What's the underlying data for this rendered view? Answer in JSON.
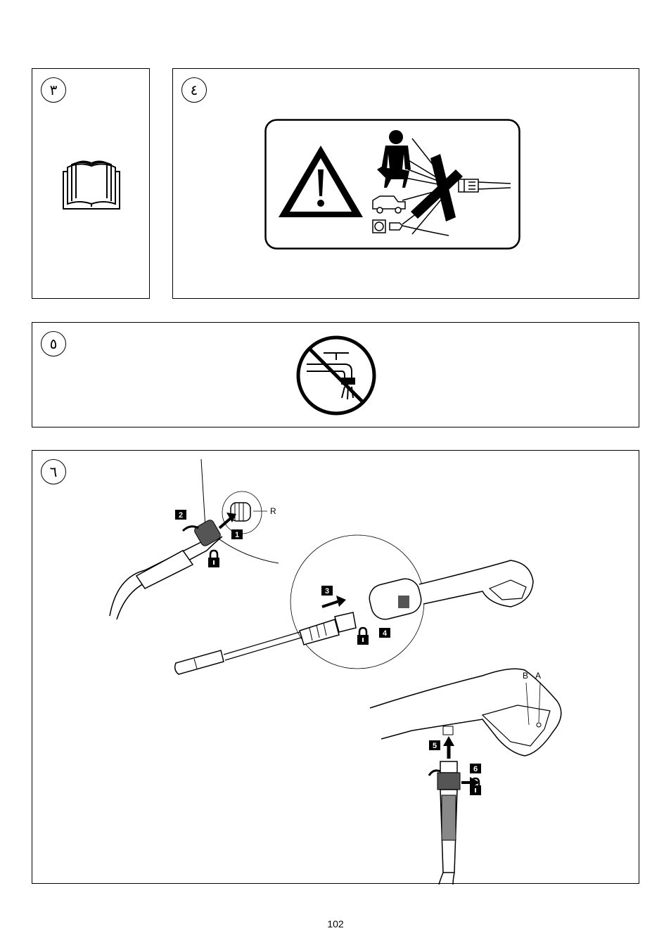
{
  "panels": {
    "p3": {
      "number": "٣",
      "icon": "manual-book-icon"
    },
    "p4": {
      "number": "٤",
      "icon": "warning-label-icon"
    },
    "p5": {
      "number": "٥",
      "icon": "no-drinking-water-tap-icon"
    },
    "p6": {
      "number": "٦",
      "steps": [
        "1",
        "2",
        "3",
        "4",
        "5",
        "6"
      ],
      "labels": {
        "r": "R",
        "a": "A",
        "b": "B"
      }
    }
  },
  "page_number": "102"
}
